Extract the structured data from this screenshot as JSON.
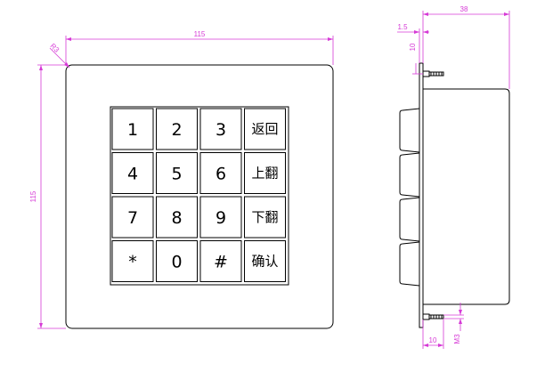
{
  "front_view": {
    "width_label": "115",
    "height_label": "115",
    "radius_label": "R3"
  },
  "keypad": {
    "keys": [
      [
        "1",
        "2",
        "3",
        "返回"
      ],
      [
        "4",
        "5",
        "6",
        "上翻"
      ],
      [
        "7",
        "8",
        "9",
        "下翻"
      ],
      [
        "*",
        "0",
        "#",
        "确认"
      ]
    ]
  },
  "side_view": {
    "depth_label": "38",
    "plate_label": "1.5",
    "top_offset_label": "10",
    "bottom_offset_label": "10",
    "screw_label": "M3"
  },
  "colors": {
    "dimension": "#d63ad6",
    "outline": "#000000"
  }
}
